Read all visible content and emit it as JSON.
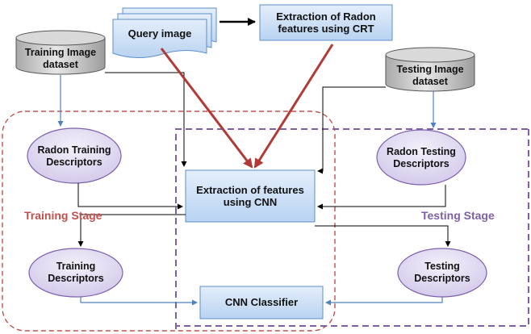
{
  "nodes": {
    "query_image": "Query image",
    "radon_extraction": "Extraction of Radon features using CRT",
    "training_dataset": "Training Image dataset",
    "testing_dataset": "Testing Image dataset",
    "radon_training": "Radon Training Descriptors",
    "radon_testing": "Radon Testing Descriptors",
    "cnn_extraction": "Extraction of features using CNN",
    "training_descriptors": "Training Descriptors",
    "testing_descriptors": "Testing Descriptors",
    "cnn_classifier": "CNN Classifier"
  },
  "stages": {
    "training": "Training Stage",
    "testing": "Testing Stage"
  },
  "colors": {
    "box_fill": "#c9def6",
    "box_border": "#5b8fc9",
    "ellipse_fill": "#ddd6f0",
    "ellipse_border": "#7d5fad",
    "cylinder_fill": "#cfcfcf",
    "training_region": "#c0504d",
    "testing_region": "#7f60a6",
    "red_arrow": "#b23a36",
    "blue_line": "#4f81bd",
    "black_line": "#000000"
  }
}
